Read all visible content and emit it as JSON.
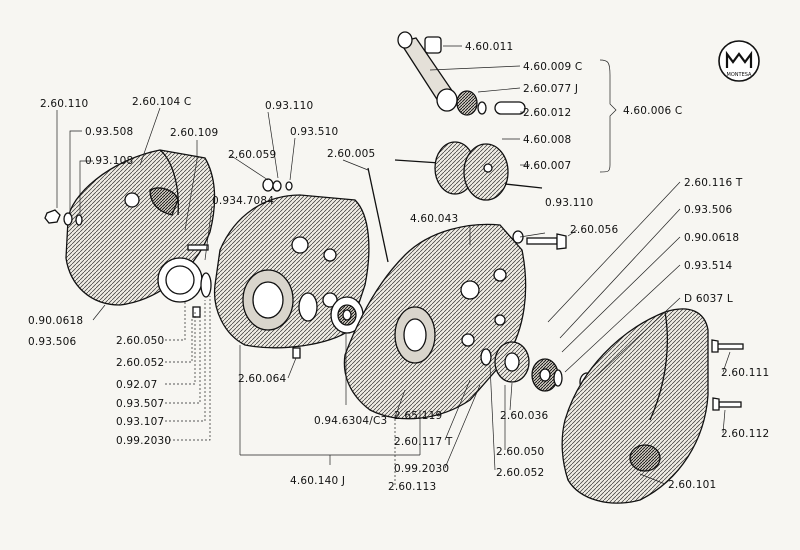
{
  "diagram": {
    "logo_text": "MONTESA",
    "callouts": [
      "2.60.110",
      "2.60.104 C",
      "0.93.508",
      "0.93.108",
      "2.60.109",
      "0.93.110",
      "0.93.510",
      "2.60.059",
      "0.934.7084",
      "2.60.005",
      "4.60.011",
      "4.60.009 C",
      "2.60.077 J",
      "2.60.012",
      "4.60.006 C",
      "4.60.008",
      "4.60.007",
      "2.60.116 T",
      "0.93.506",
      "0.90.0618",
      "0.93.514",
      "D 6037 L",
      "2.60.111",
      "2.60.112",
      "2.60.101",
      "0.90.0618",
      "0.93.506",
      "2.60.050",
      "2.60.052",
      "0.92.07",
      "0.93.507",
      "0.93.107",
      "0.99.2030",
      "2.60.064",
      "0.94.6304/C3",
      "2.65.119",
      "2.60.117 T",
      "0.99.2030",
      "4.60.140 J",
      "2.60.113",
      "2.60.036",
      "2.60.050",
      "2.60.052",
      "4.60.043",
      "0.93.110",
      "2.60.056"
    ]
  }
}
